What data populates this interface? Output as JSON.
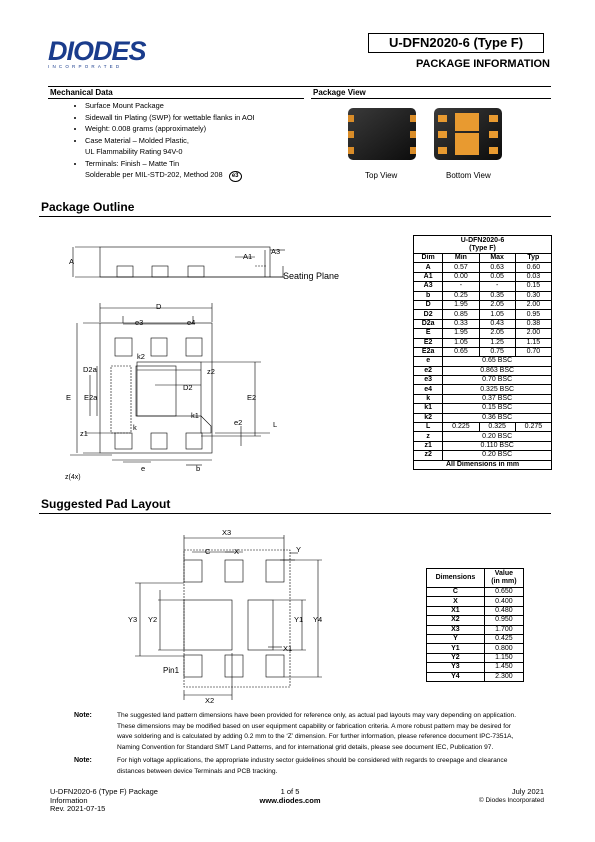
{
  "header": {
    "logo_text": "DIODES",
    "logo_sub": "INCORPORATED",
    "title": "U-DFN2020-6 (Type F)",
    "subtitle": "PACKAGE INFORMATION"
  },
  "mechanical": {
    "heading": "Mechanical Data",
    "bullets": [
      [
        "Surface Mount Package"
      ],
      [
        "Sidewall tin Plating (SWP) for wettable flanks in AOI"
      ],
      [
        "Weight: 0.008 grams (approximately)"
      ],
      [
        "Case Material – Molded Plastic,",
        "UL Flammability Rating 94V-0"
      ],
      [
        "Terminals: Finish – Matte Tin",
        "Solderable per MIL-STD-202, Method 208"
      ]
    ],
    "e3_symbol": "e3"
  },
  "package_view": {
    "heading": "Package View",
    "top_label": "Top View",
    "bottom_label": "Bottom View"
  },
  "outline": {
    "heading": "Package Outline",
    "labels": {
      "A": "A",
      "A1": "A1",
      "A3": "A3",
      "seating": "Seating Plane",
      "D": "D",
      "e3": "e3",
      "e4": "e4",
      "z2": "z2",
      "k2": "k2",
      "D2a": "D2a",
      "D2": "D2",
      "E": "E",
      "E2a": "E2a",
      "E2": "E2",
      "k1": "k1",
      "k": "k",
      "e2": "e2",
      "L": "L",
      "z1": "z1",
      "e": "e",
      "b": "b",
      "z4x": "z(4x)"
    },
    "table": {
      "title1": "U-DFN2020-6",
      "title2": "(Type F)",
      "headers": [
        "Dim",
        "Min",
        "Max",
        "Typ"
      ],
      "rows3": [
        [
          "A",
          "0.57",
          "0.63",
          "0.60"
        ],
        [
          "A1",
          "0.00",
          "0.05",
          "0.03"
        ],
        [
          "A3",
          "-",
          "-",
          "0.15"
        ],
        [
          "b",
          "0.25",
          "0.35",
          "0.30"
        ],
        [
          "D",
          "1.95",
          "2.05",
          "2.00"
        ],
        [
          "D2",
          "0.85",
          "1.05",
          "0.95"
        ],
        [
          "D2a",
          "0.33",
          "0.43",
          "0.38"
        ],
        [
          "E",
          "1.95",
          "2.05",
          "2.00"
        ],
        [
          "E2",
          "1.05",
          "1.25",
          "1.15"
        ],
        [
          "E2a",
          "0.65",
          "0.75",
          "0.70"
        ]
      ],
      "rows1a": [
        [
          "e",
          "0.65 BSC"
        ],
        [
          "e2",
          "0.863 BSC"
        ],
        [
          "e3",
          "0.70 BSC"
        ],
        [
          "e4",
          "0.325 BSC"
        ],
        [
          "k",
          "0.37 BSC"
        ],
        [
          "k1",
          "0.15 BSC"
        ],
        [
          "k2",
          "0.36 BSC"
        ]
      ],
      "rowL": [
        "L",
        "0.225",
        "0.325",
        "0.275"
      ],
      "rows1b": [
        [
          "z",
          "0.20 BSC"
        ],
        [
          "z1",
          "0.110 BSC"
        ],
        [
          "z2",
          "0.20 BSC"
        ]
      ],
      "footer": "All Dimensions in mm"
    }
  },
  "pad_layout": {
    "heading": "Suggested Pad Layout",
    "labels": {
      "X3": "X3",
      "C": "C",
      "X": "X",
      "Y": "Y",
      "Y3": "Y3",
      "Y2": "Y2",
      "Y1": "Y1",
      "Y4": "Y4",
      "X1": "X1",
      "Pin1": "Pin1",
      "X2": "X2"
    },
    "table": {
      "headers": [
        "Dimensions",
        "Value",
        "(in mm)"
      ],
      "rows": [
        [
          "C",
          "0.650"
        ],
        [
          "X",
          "0.400"
        ],
        [
          "X1",
          "0.480"
        ],
        [
          "X2",
          "0.950"
        ],
        [
          "X3",
          "1.700"
        ],
        [
          "Y",
          "0.425"
        ],
        [
          "Y1",
          "0.800"
        ],
        [
          "Y2",
          "1.150"
        ],
        [
          "Y3",
          "1.450"
        ],
        [
          "Y4",
          "2.300"
        ]
      ]
    }
  },
  "notes": [
    {
      "label": "Note:",
      "lines": [
        "The suggested land pattern dimensions have been provided for reference only, as actual pad layouts may vary depending on application.",
        "These dimensions may be modified based on user equipment capability or fabrication criteria. A more robust pattern may be desired for",
        "wave soldering and is calculated by adding 0.2 mm to the ‘Z’ dimension. For further information, please reference document IPC-7351A,",
        "Naming Convention for Standard SMT Land Patterns, and for international grid details, please see document IEC, Publication 97."
      ]
    },
    {
      "label": "Note:",
      "lines": [
        "For high voltage applications, the appropriate industry sector guidelines should be considered with regards to creepage and clearance",
        "distances between device Terminals and PCB tracking."
      ]
    }
  ],
  "footer": {
    "doc_lines": [
      "U-DFN2020-6 (Type F) Package",
      "Information",
      "Rev. 2021-07-15"
    ],
    "page": "1 of 5",
    "url": "www.diodes.com",
    "date": "July 2021",
    "copyright": "© Diodes Incorporated"
  }
}
